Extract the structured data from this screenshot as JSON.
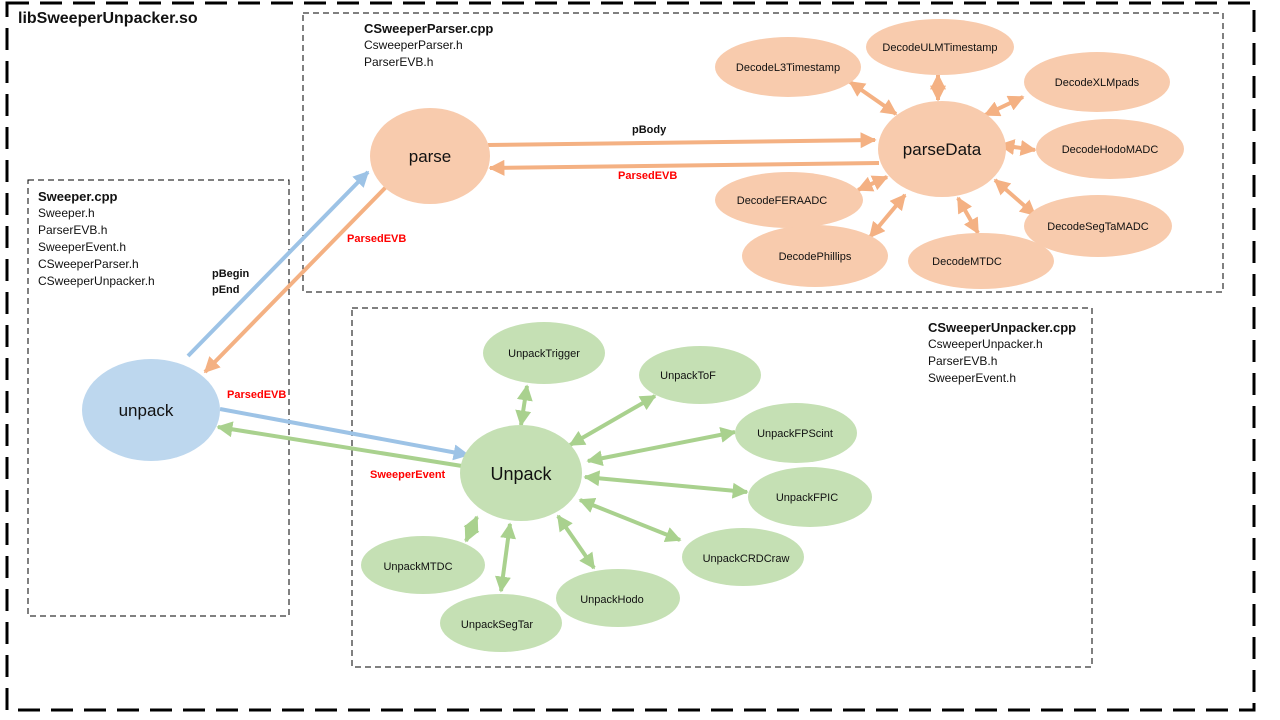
{
  "library": {
    "title": "libSweeperUnpacker.so"
  },
  "colors": {
    "orange_fill": "#f8cbad",
    "orange_arrow": "#f4b183",
    "green_fill": "#c5e0b4",
    "green_arrow": "#a9d18e",
    "blue_fill": "#bdd7ee",
    "blue_arrow": "#9dc3e6",
    "edge_label_red": "#ff0000"
  },
  "sweeper_box": {
    "title": "Sweeper.cpp",
    "files": [
      "Sweeper.h",
      "ParserEVB.h",
      "SweeperEvent.h",
      "CSweeperParser.h",
      "CSweeperUnpacker.h"
    ]
  },
  "parser_box": {
    "title": "CSweeperParser.cpp",
    "files": [
      "CsweeperParser.h",
      "ParserEVB.h"
    ]
  },
  "unpacker_box": {
    "title": "CSweeperUnpacker.cpp",
    "files": [
      "CsweeperUnpacker.h",
      "ParserEVB.h",
      "SweeperEvent.h"
    ]
  },
  "nodes": {
    "unpack": "unpack",
    "parse": "parse",
    "parseData": "parseData",
    "Unpack": "Unpack",
    "decoders": [
      "DecodeL3Timestamp",
      "DecodeULMTimestamp",
      "DecodeXLMpads",
      "DecodeHodoMADC",
      "DecodeSegTaMADC",
      "DecodeMTDC",
      "DecodePhillips",
      "DecodeFERAADC"
    ],
    "unpackers": [
      "UnpackTrigger",
      "UnpackToF",
      "UnpackFPScint",
      "UnpackFPIC",
      "UnpackCRDCraw",
      "UnpackHodo",
      "UnpackSegTar",
      "UnpackMTDC"
    ]
  },
  "edge_labels": {
    "pbegin": "pBegin",
    "pend": "pEnd",
    "parsed_evb_up": "ParsedEVB",
    "pbody": "pBody",
    "parsed_evb_back": "ParsedEVB",
    "parsed_evb_unpack": "ParsedEVB",
    "sweeper_event": "SweeperEvent"
  }
}
